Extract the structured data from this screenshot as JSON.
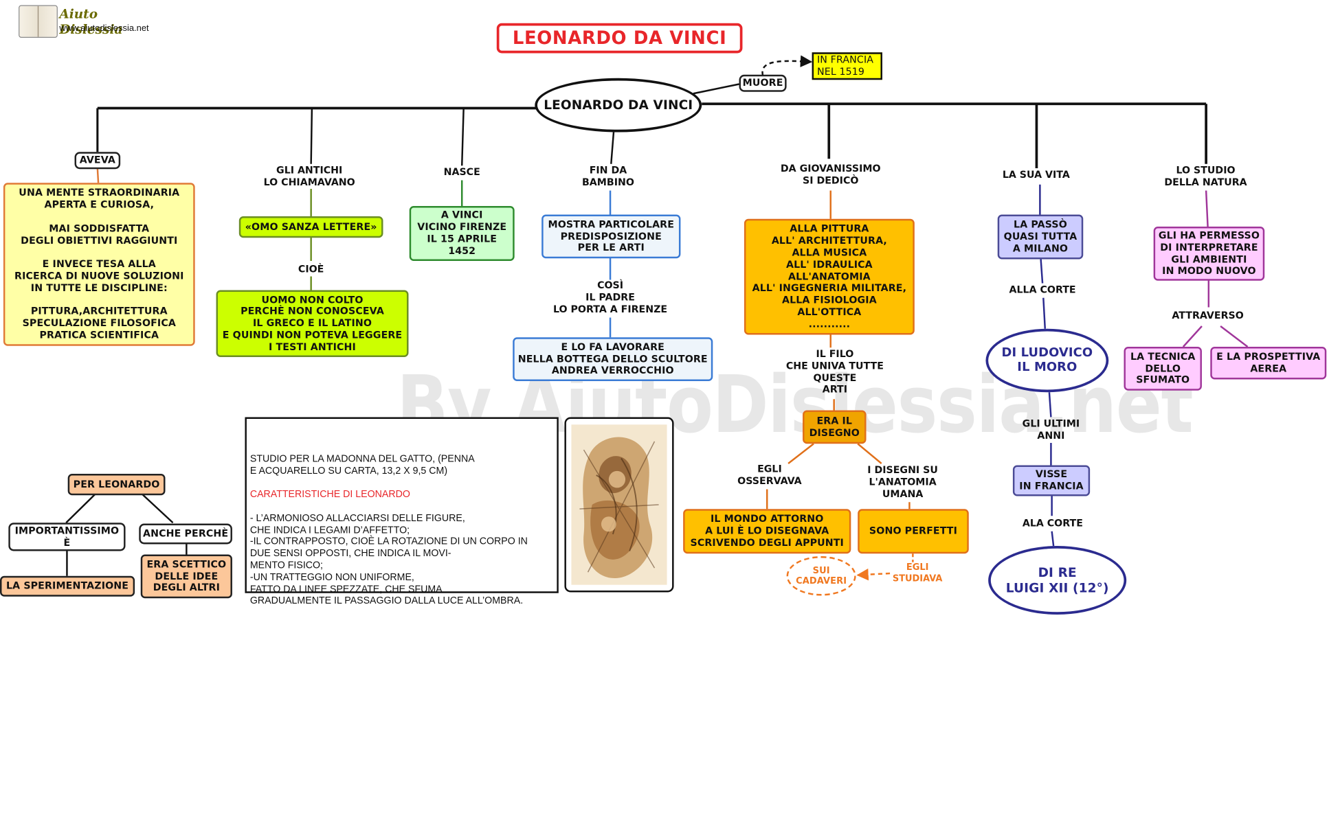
{
  "header": {
    "logo_name": "Aiuto Dislessia",
    "logo_url": "www.aiutodislessia.net",
    "title": "LEONARDO DA VINCI",
    "watermark": "By AiutoDislessia.net"
  },
  "center": {
    "label": "LEONARDO DA VINCI"
  },
  "death": {
    "link": "MUORE",
    "value": "IN FRANCIA\nNEL 1519"
  },
  "branches": {
    "aveva": {
      "link": "AVEVA",
      "box": "UNA MENTE STRAORDINARIA\nAPERTA E CURIOSA,\n\nMAI SODDISFATTA\nDEGLI OBIETTIVI RAGGIUNTI\n\nE INVECE TESA ALLA\nRICERCA DI NUOVE SOLUZIONI\nIN TUTTE LE DISCIPLINE:\n\nPITTURA,ARCHITETTURA\nSPECULAZIONE FILOSOFICA\nPRATICA SCIENTIFICA"
    },
    "antichi": {
      "link": "GLI ANTICHI\nLO CHIAMAVANO",
      "box": "«OMO SANZA LETTERE»",
      "link2": "CIOÈ",
      "box2": "UOMO NON COLTO\nPERCHÈ NON CONOSCEVA\nIL GRECO E IL LATINO\nE QUINDI NON POTEVA LEGGERE\nI TESTI ANTICHI"
    },
    "nasce": {
      "link": "NASCE",
      "box": "A VINCI\nVICINO FIRENZE\nIL 15 APRILE\n1452"
    },
    "bambino": {
      "link": "FIN DA\nBAMBINO",
      "box": "MOSTRA PARTICOLARE\nPREDISPOSIZIONE\nPER LE ARTI",
      "link2": "COSÌ\nIL PADRE\nLO PORTA A FIRENZE",
      "box2": "E LO FA LAVORARE\nNELLA BOTTEGA DELLO SCULTORE\nANDREA VERROCCHIO"
    },
    "giovanissimo": {
      "link": "DA GIOVANISSIMO\nSI DEDICÒ",
      "box": "ALLA PITTURA\nALL' ARCHITETTURA,\nALLA MUSICA\nALL' IDRAULICA\nALL'ANATOMIA\nALL' INGEGNERIA MILITARE,\nALLA FISIOLOGIA\nALL'OTTICA\n...........",
      "link2": "IL FILO\nCHE UNIVA TUTTE\nQUESTE\nARTI",
      "box2": "ERA IL\nDISEGNO",
      "left_link": "EGLI\nOSSERVAVA",
      "left_box": "IL MONDO ATTORNO\nA LUI È LO DISEGNAVA\nSCRIVENDO DEGLI APPUNTI",
      "right_link": "I DISEGNI SU\nL'ANATOMIA\nUMANA",
      "right_box": "SONO PERFETTI",
      "studiava": "EGLI\nSTUDIAVA",
      "cadaveri": "SUI\nCADAVERI"
    },
    "vita": {
      "link": "LA SUA VITA",
      "box": "LA PASSÒ\nQUASI TUTTA\nA MILANO",
      "link2": "ALLA CORTE",
      "ellipse": "DI LUDOVICO\nIL MORO",
      "link3": "GLI ULTIMI\nANNI",
      "box3": "VISSE\nIN FRANCIA",
      "link4": "ALA CORTE",
      "ellipse2": "DI RE\nLUIGI XII (12°)"
    },
    "natura": {
      "link": "LO STUDIO\nDELLA NATURA",
      "box": "GLI HA PERMESSO\nDI INTERPRETARE\nGLI AMBIENTI\nIN MODO NUOVO",
      "link2": "ATTRAVERSO",
      "left_box": "LA TECNICA\nDELLO\nSFUMATO",
      "right_box": "E LA PROSPETTIVA\nAEREA"
    }
  },
  "per_leonardo": {
    "root": "PER LEONARDO",
    "left": "IMPORTANTISSIMO\nÈ",
    "left_box": "LA SPERIMENTAZIONE",
    "right": "ANCHE PERCHÈ",
    "right_box": "ERA SCETTICO\nDELLE IDEE\nDEGLI ALTRI"
  },
  "caption": {
    "text1": "STUDIO PER LA MADONNA DEL GATTO, (PENNA\nE ACQUARELLO SU CARTA, 13,2 X 9,5 CM)",
    "heading": "CARATTERISTICHE DI LEONARDO",
    "text2": "- L’ARMONIOSO ALLACCIARSI DELLE FIGURE,\nCHE INDICA I LEGAMI D’AFFETTO;\n-IL CONTRAPPOSTO, CIOÈ LA ROTAZIONE DI UN CORPO IN\nDUE SENSI OPPOSTI, CHE INDICA IL MOVI-\nMENTO FISICO;\n-UN TRATTEGGIO NON UNIFORME,\nFATTO DA LINEE SPEZZATE, CHE SFUMA\nGRADUALMENTE IL PASSAGGIO DALLA LUCE ALL’OMBRA."
  },
  "icons": {
    "logo": "book-icon",
    "artwork": "sketch-image"
  },
  "colors": {
    "title_border": "#e8262a",
    "accent_red": "#e8262a",
    "navy": "#2b2b8f",
    "orange_dash": "#f07820"
  }
}
